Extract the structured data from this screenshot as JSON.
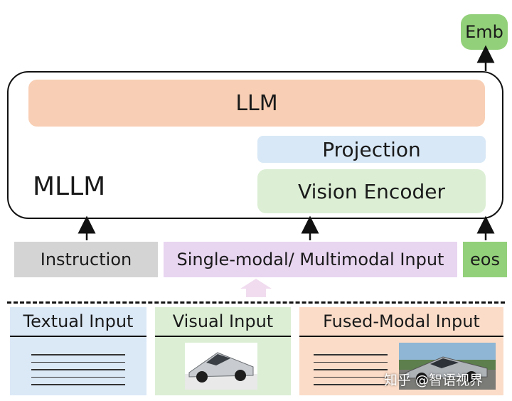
{
  "diagram": {
    "output": "Emb",
    "mllm_label": "MLLM",
    "llm_label": "LLM",
    "projection_label": "Projection",
    "vision_encoder_label": "Vision Encoder",
    "inputs": {
      "instruction": "Instruction",
      "multimodal": "Single-modal/ Multimodal Input",
      "eos": "eos"
    },
    "panels": {
      "textual": "Textual Input",
      "visual": "Visual Input",
      "fused": "Fused-Modal Input"
    },
    "watermark": "知乎 @智语视界"
  },
  "colors": {
    "llm": "#f8cfb4",
    "projection": "#d8e8f6",
    "vision_encoder": "#dcefd5",
    "emb": "#93d07a",
    "instruction": "#d4d4d4",
    "multimodal": "#e8d5f0",
    "upward_arrow": "#f1dcef"
  },
  "icons": [
    "up-arrow-icon",
    "car-image-icon"
  ]
}
